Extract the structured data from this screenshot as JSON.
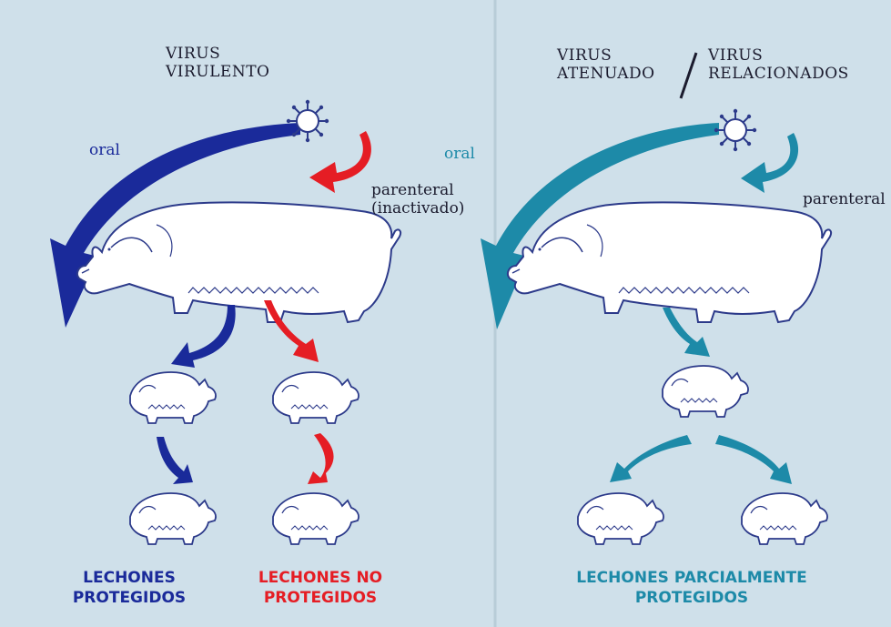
{
  "left": {
    "virus_label_line1": "VIRUS",
    "virus_label_line2": "VIRULENTO",
    "oral_label": "oral",
    "parenteral_label_line1": "parenteral",
    "parenteral_label_line2": "(inactivado)"
  },
  "right": {
    "virus_label_a_line1": "VIRUS",
    "virus_label_a_line2": "ATENUADO",
    "virus_label_b_line1": "VIRUS",
    "virus_label_b_line2": "RELACIONADOS",
    "separator": "/",
    "oral_label": "oral",
    "parenteral_label": "parenteral"
  },
  "captions": {
    "protected_line1": "LECHONES",
    "protected_line2": "PROTEGIDOS",
    "unprotected_line1": "LECHONES NO",
    "unprotected_line2": "PROTEGIDOS",
    "partial_line1": "LECHONES PARCIALMENTE",
    "partial_line2": "PROTEGIDOS"
  },
  "colors": {
    "background": "#cfe0ea",
    "navy": "#1a2a9a",
    "red": "#e51d24",
    "teal": "#1d8aa8",
    "outline": "#2c3a8a"
  }
}
